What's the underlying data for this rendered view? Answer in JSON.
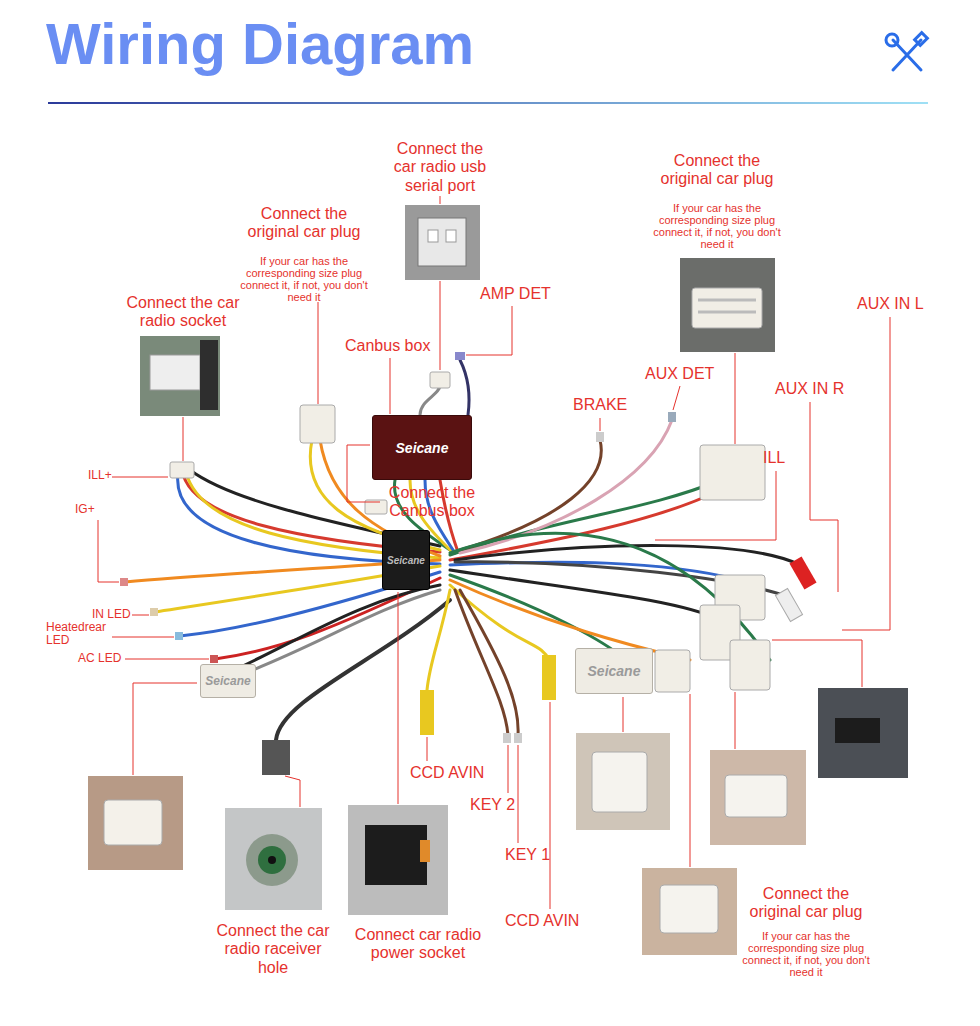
{
  "diagram": {
    "title": "Wiring Diagram",
    "nodes": [
      {
        "text": [
          "Seicane"
        ]
      },
      {
        "text": [
          "Seicane"
        ]
      },
      {
        "text": [
          "Seicane"
        ]
      },
      {
        "text": [
          "Seicane"
        ]
      }
    ],
    "labels": [
      "Connect the car radio usb serial port",
      "Connect the original car plug",
      "If your car has the corresponding size plug connect it, if not, you don't need it",
      "Connect the original car plug",
      "If your car has the corresponding size plug connect it, if not, you don't need it",
      "AUX IN L",
      "Connect the car radio socket",
      "AMP DET",
      "Canbus box",
      "AUX DET",
      "AUX IN R",
      "BRAKE",
      "ILL",
      "ILL+",
      "Connect the Canbus box",
      "IG+",
      "IN LED",
      "Heatedrear LED",
      "AC LED",
      "CCD AVIN",
      "KEY 2",
      "KEY 1",
      "Connect the original car plug",
      "If your car has the corresponding size plug connect it, if not, you don't need it",
      "CCD AVIN",
      "Connect the car radio raceiver hole",
      "Connect car radio power socket"
    ]
  }
}
